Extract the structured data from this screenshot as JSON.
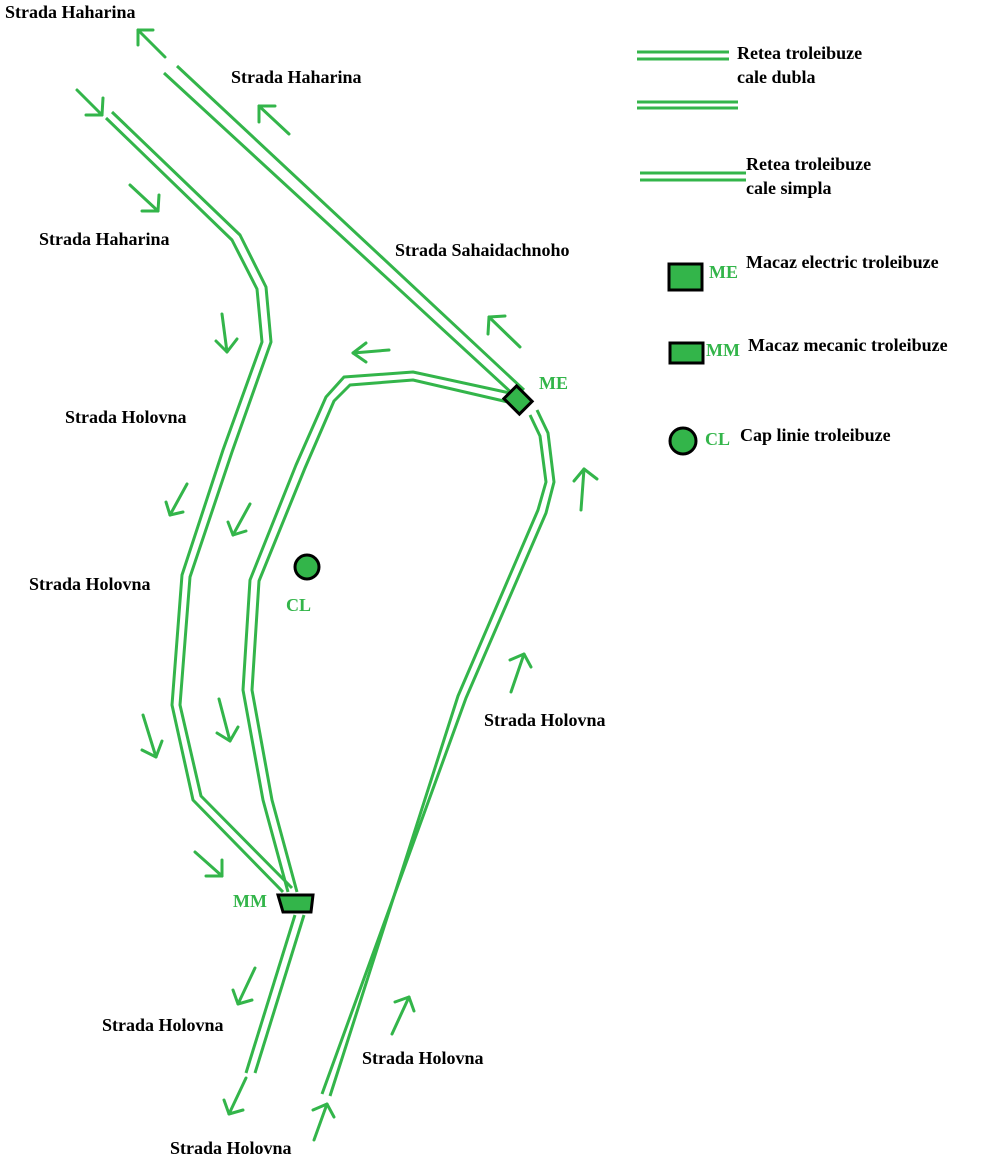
{
  "colors": {
    "track": "#33b54a",
    "marker_fill": "#33b54a",
    "marker_stroke": "#000000",
    "text": "#000000",
    "marker_label": "#33b54a",
    "background": "#ffffff"
  },
  "streets": {
    "haharina_top_left": "Strada Haharina",
    "haharina_upper": "Strada Haharina",
    "haharina_left": "Strada Haharina",
    "sahaidachnoho": "Strada Sahaidachnoho",
    "holovna_1": "Strada Holovna",
    "holovna_2": "Strada Holovna",
    "holovna_right": "Strada Holovna",
    "holovna_bottom_left": "Strada Holovna",
    "holovna_bottom_right": "Strada Holovna",
    "holovna_bottom": "Strada Holovna"
  },
  "markers": {
    "me_code": "ME",
    "mm_code": "MM",
    "cl_code": "CL"
  },
  "legend": {
    "double_line_1": "Retea troleibuze",
    "double_line_2": "cale dubla",
    "single_line_1": "Retea troleibuze",
    "single_line_2": "cale simpla",
    "me_code": "ME",
    "me_text": "Macaz electric troleibuze",
    "mm_code": "MM",
    "mm_text": "Macaz mecanic troleibuze",
    "cl_code": "CL",
    "cl_text": "Cap linie troleibuze"
  },
  "icons": [
    "direction-arrow-icon",
    "electric-switch-icon",
    "mechanical-switch-icon",
    "terminus-icon"
  ]
}
